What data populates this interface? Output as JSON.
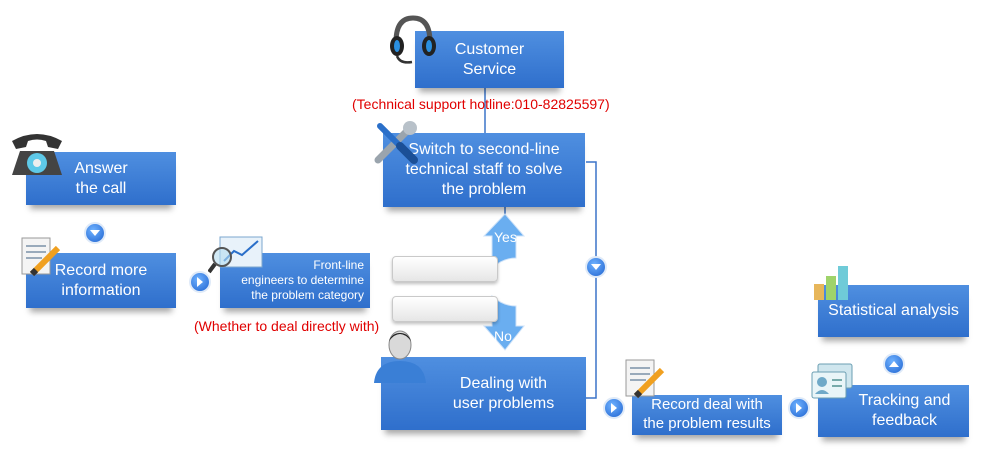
{
  "nodes": {
    "customer_service": "Customer\nService",
    "hotline": "(Technical support hotline:010-82825597)",
    "switch_second_line": "Switch to second-line\ntechnical staff to solve\nthe problem",
    "answer_call": "Answer\nthe call",
    "record_more": "Record more\ninformation",
    "front_line": "Front-line\nengineers to determine\nthe problem category",
    "whether": "(Whether to deal directly with)",
    "dealing": "Dealing with\nuser problems",
    "record_deal": "Record deal with\nthe problem results",
    "tracking": "Tracking and\nfeedback",
    "statistical": "Statistical analysis"
  },
  "decision": {
    "yes": "Yes",
    "no": "No"
  },
  "icons": [
    "headset-icon",
    "wrench-screwdriver-icon",
    "telephone-icon",
    "notepad-pencil-icon",
    "chart-magnifier-icon",
    "user-avatar-icon",
    "bar-chart-icon",
    "id-cards-icon"
  ],
  "colors": {
    "box": "#3f7fd6",
    "annotation": "#e00000",
    "connector": "#2f6fcc"
  }
}
